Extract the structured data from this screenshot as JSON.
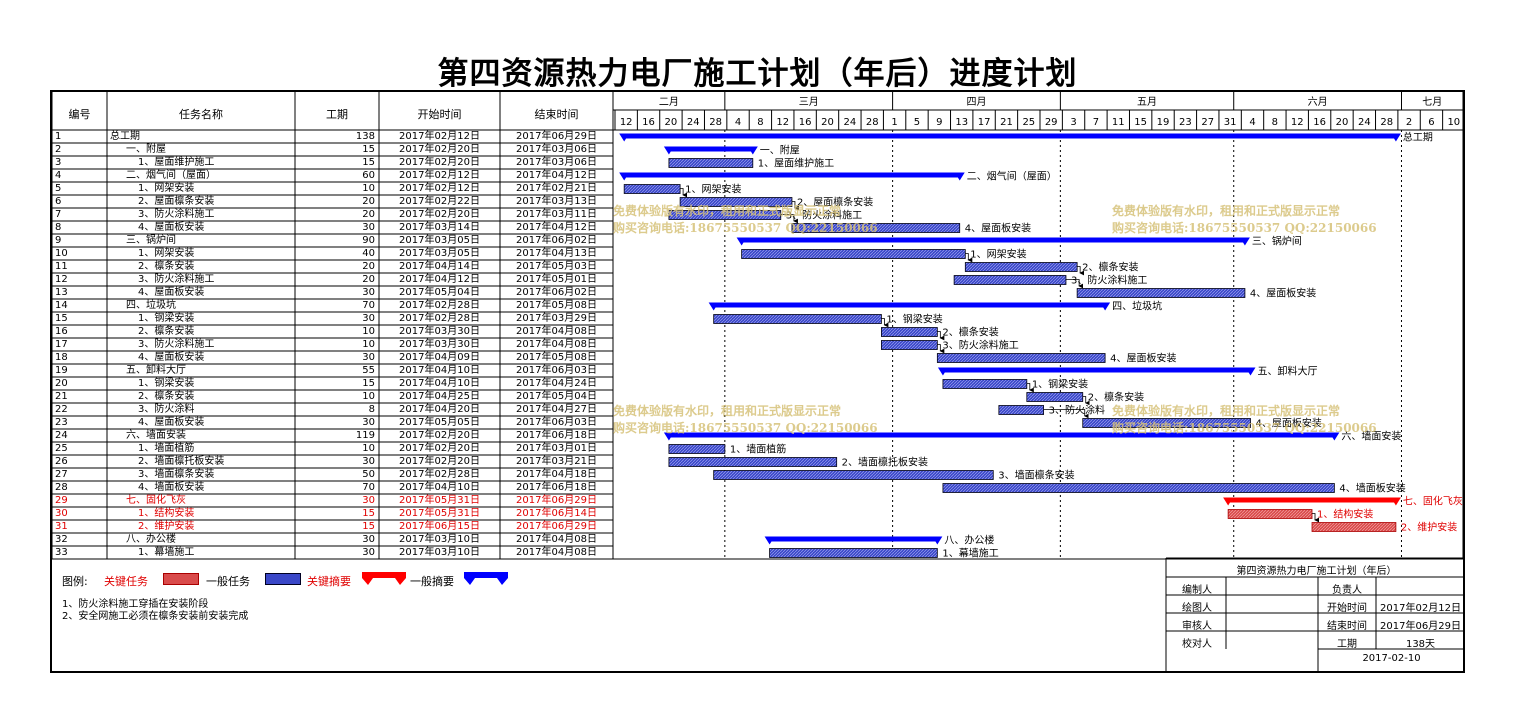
{
  "title": "第四资源热力电厂施工计划（年后）进度计划",
  "columns": {
    "id": "编号",
    "name": "任务名称",
    "duration": "工期",
    "start": "开始时间",
    "end": "结束时间"
  },
  "months": [
    "二月",
    "三月",
    "四月",
    "五月",
    "六月",
    "七月"
  ],
  "day_ticks": [
    "12",
    "16",
    "20",
    "24",
    "28",
    "4",
    "8",
    "12",
    "16",
    "20",
    "24",
    "28",
    "1",
    "5",
    "9",
    "13",
    "17",
    "21",
    "25",
    "29",
    "3",
    "7",
    "11",
    "15",
    "19",
    "23",
    "27",
    "31",
    "4",
    "8",
    "12",
    "16",
    "20",
    "24",
    "28",
    "2",
    "6",
    "10"
  ],
  "chart_data": {
    "type": "gantt",
    "title": "第四资源热力电厂施工计划（年后）进度计划",
    "x_axis_range": [
      "2017-02-10",
      "2017-07-12"
    ],
    "tasks": [
      {
        "id": "1",
        "name": "总工期",
        "duration": "138",
        "start": "2017年02月12日",
        "end": "2017年06月29日",
        "s": "2017-02-12",
        "e": "2017-06-29",
        "kind": "summary",
        "critical": false,
        "label": "总工期",
        "indent": 0
      },
      {
        "id": "2",
        "name": "一、附屋",
        "duration": "15",
        "start": "2017年02月20日",
        "end": "2017年03月06日",
        "s": "2017-02-20",
        "e": "2017-03-06",
        "kind": "summary",
        "critical": false,
        "label": "一、附屋",
        "indent": 1
      },
      {
        "id": "3",
        "name": "1、屋面维护施工",
        "duration": "15",
        "start": "2017年02月20日",
        "end": "2017年03月06日",
        "s": "2017-02-20",
        "e": "2017-03-06",
        "kind": "task",
        "critical": false,
        "label": "1、屋面维护施工",
        "indent": 2
      },
      {
        "id": "4",
        "name": "二、烟气间（屋面）",
        "duration": "60",
        "start": "2017年02月12日",
        "end": "2017年04月12日",
        "s": "2017-02-12",
        "e": "2017-04-12",
        "kind": "summary",
        "critical": false,
        "label": "二、烟气间（屋面）",
        "indent": 1
      },
      {
        "id": "5",
        "name": "1、网架安装",
        "duration": "10",
        "start": "2017年02月12日",
        "end": "2017年02月21日",
        "s": "2017-02-12",
        "e": "2017-02-21",
        "kind": "task",
        "critical": false,
        "label": "1、网架安装",
        "indent": 2
      },
      {
        "id": "6",
        "name": "2、屋面檩条安装",
        "duration": "20",
        "start": "2017年02月22日",
        "end": "2017年03月13日",
        "s": "2017-02-22",
        "e": "2017-03-13",
        "kind": "task",
        "critical": false,
        "label": "2、屋面檩条安装",
        "indent": 2
      },
      {
        "id": "7",
        "name": "3、防火涂料施工",
        "duration": "20",
        "start": "2017年02月20日",
        "end": "2017年03月11日",
        "s": "2017-02-20",
        "e": "2017-03-11",
        "kind": "task",
        "critical": false,
        "label": "3、防火涂料施工",
        "indent": 2
      },
      {
        "id": "8",
        "name": "4、屋面板安装",
        "duration": "30",
        "start": "2017年03月14日",
        "end": "2017年04月12日",
        "s": "2017-03-14",
        "e": "2017-04-12",
        "kind": "task",
        "critical": false,
        "label": "4、屋面板安装",
        "indent": 2
      },
      {
        "id": "9",
        "name": "三、锅炉间",
        "duration": "90",
        "start": "2017年03月05日",
        "end": "2017年06月02日",
        "s": "2017-03-05",
        "e": "2017-06-02",
        "kind": "summary",
        "critical": false,
        "label": "三、锅炉间",
        "indent": 1
      },
      {
        "id": "10",
        "name": "1、网架安装",
        "duration": "40",
        "start": "2017年03月05日",
        "end": "2017年04月13日",
        "s": "2017-03-05",
        "e": "2017-04-13",
        "kind": "task",
        "critical": false,
        "label": "1、网架安装",
        "indent": 2
      },
      {
        "id": "11",
        "name": "2、檩条安装",
        "duration": "20",
        "start": "2017年04月14日",
        "end": "2017年05月03日",
        "s": "2017-04-14",
        "e": "2017-05-03",
        "kind": "task",
        "critical": false,
        "label": "2、檩条安装",
        "indent": 2
      },
      {
        "id": "12",
        "name": "3、防火涂料施工",
        "duration": "20",
        "start": "2017年04月12日",
        "end": "2017年05月01日",
        "s": "2017-04-12",
        "e": "2017-05-01",
        "kind": "task",
        "critical": false,
        "label": "3、防火涂料施工",
        "indent": 2
      },
      {
        "id": "13",
        "name": "4、屋面板安装",
        "duration": "30",
        "start": "2017年05月04日",
        "end": "2017年06月02日",
        "s": "2017-05-04",
        "e": "2017-06-02",
        "kind": "task",
        "critical": false,
        "label": "4、屋面板安装",
        "indent": 2
      },
      {
        "id": "14",
        "name": "四、垃圾坑",
        "duration": "70",
        "start": "2017年02月28日",
        "end": "2017年05月08日",
        "s": "2017-02-28",
        "e": "2017-05-08",
        "kind": "summary",
        "critical": false,
        "label": "四、垃圾坑",
        "indent": 1
      },
      {
        "id": "15",
        "name": "1、钢梁安装",
        "duration": "30",
        "start": "2017年02月28日",
        "end": "2017年03月29日",
        "s": "2017-02-28",
        "e": "2017-03-29",
        "kind": "task",
        "critical": false,
        "label": "1、钢梁安装",
        "indent": 2
      },
      {
        "id": "16",
        "name": "2、檩条安装",
        "duration": "10",
        "start": "2017年03月30日",
        "end": "2017年04月08日",
        "s": "2017-03-30",
        "e": "2017-04-08",
        "kind": "task",
        "critical": false,
        "label": "2、檩条安装",
        "indent": 2
      },
      {
        "id": "17",
        "name": "3、防火涂料施工",
        "duration": "10",
        "start": "2017年03月30日",
        "end": "2017年04月08日",
        "s": "2017-03-30",
        "e": "2017-04-08",
        "kind": "task",
        "critical": false,
        "label": "3、防火涂料施工",
        "indent": 2
      },
      {
        "id": "18",
        "name": "4、屋面板安装",
        "duration": "30",
        "start": "2017年04月09日",
        "end": "2017年05月08日",
        "s": "2017-04-09",
        "e": "2017-05-08",
        "kind": "task",
        "critical": false,
        "label": "4、屋面板安装",
        "indent": 2
      },
      {
        "id": "19",
        "name": "五、卸料大厅",
        "duration": "55",
        "start": "2017年04月10日",
        "end": "2017年06月03日",
        "s": "2017-04-10",
        "e": "2017-06-03",
        "kind": "summary",
        "critical": false,
        "label": "五、卸料大厅",
        "indent": 1
      },
      {
        "id": "20",
        "name": "1、钢梁安装",
        "duration": "15",
        "start": "2017年04月10日",
        "end": "2017年04月24日",
        "s": "2017-04-10",
        "e": "2017-04-24",
        "kind": "task",
        "critical": false,
        "label": "1、钢梁安装",
        "indent": 2
      },
      {
        "id": "21",
        "name": "2、檩条安装",
        "duration": "10",
        "start": "2017年04月25日",
        "end": "2017年05月04日",
        "s": "2017-04-25",
        "e": "2017-05-04",
        "kind": "task",
        "critical": false,
        "label": "2、檩条安装",
        "indent": 2
      },
      {
        "id": "22",
        "name": "3、防火涂料",
        "duration": "8",
        "start": "2017年04月20日",
        "end": "2017年04月27日",
        "s": "2017-04-20",
        "e": "2017-04-27",
        "kind": "task",
        "critical": false,
        "label": "3、防火涂料",
        "indent": 2
      },
      {
        "id": "23",
        "name": "4、屋面板安装",
        "duration": "30",
        "start": "2017年05月05日",
        "end": "2017年06月03日",
        "s": "2017-05-05",
        "e": "2017-06-03",
        "kind": "task",
        "critical": false,
        "label": "4、屋面板安装",
        "indent": 2
      },
      {
        "id": "24",
        "name": "六、墙面安装",
        "duration": "119",
        "start": "2017年02月20日",
        "end": "2017年06月18日",
        "s": "2017-02-20",
        "e": "2017-06-18",
        "kind": "summary",
        "critical": false,
        "label": "六、墙面安装",
        "indent": 1
      },
      {
        "id": "25",
        "name": "1、墙面植筋",
        "duration": "10",
        "start": "2017年02月20日",
        "end": "2017年03月01日",
        "s": "2017-02-20",
        "e": "2017-03-01",
        "kind": "task",
        "critical": false,
        "label": "1、墙面植筋",
        "indent": 2
      },
      {
        "id": "26",
        "name": "2、墙面檩托板安装",
        "duration": "30",
        "start": "2017年02月20日",
        "end": "2017年03月21日",
        "s": "2017-02-20",
        "e": "2017-03-21",
        "kind": "task",
        "critical": false,
        "label": "2、墙面檩托板安装",
        "indent": 2
      },
      {
        "id": "27",
        "name": "3、墙面檩条安装",
        "duration": "50",
        "start": "2017年02月28日",
        "end": "2017年04月18日",
        "s": "2017-02-28",
        "e": "2017-04-18",
        "kind": "task",
        "critical": false,
        "label": "3、墙面檩条安装",
        "indent": 2
      },
      {
        "id": "28",
        "name": "4、墙面板安装",
        "duration": "70",
        "start": "2017年04月10日",
        "end": "2017年06月18日",
        "s": "2017-04-10",
        "e": "2017-06-18",
        "kind": "task",
        "critical": false,
        "label": "4、墙面板安装",
        "indent": 2
      },
      {
        "id": "29",
        "name": "七、固化飞灰",
        "duration": "30",
        "start": "2017年05月31日",
        "end": "2017年06月29日",
        "s": "2017-05-31",
        "e": "2017-06-29",
        "kind": "summary",
        "critical": true,
        "label": "七、固化飞灰",
        "indent": 1
      },
      {
        "id": "30",
        "name": "1、结构安装",
        "duration": "15",
        "start": "2017年05月31日",
        "end": "2017年06月14日",
        "s": "2017-05-31",
        "e": "2017-06-14",
        "kind": "task",
        "critical": true,
        "label": "1、结构安装",
        "indent": 2
      },
      {
        "id": "31",
        "name": "2、维护安装",
        "duration": "15",
        "start": "2017年06月15日",
        "end": "2017年06月29日",
        "s": "2017-06-15",
        "e": "2017-06-29",
        "kind": "task",
        "critical": true,
        "label": "2、维护安装",
        "indent": 2
      },
      {
        "id": "32",
        "name": "八、办公楼",
        "duration": "30",
        "start": "2017年03月10日",
        "end": "2017年04月08日",
        "s": "2017-03-10",
        "e": "2017-04-08",
        "kind": "summary",
        "critical": false,
        "label": "八、办公楼",
        "indent": 1
      },
      {
        "id": "33",
        "name": "1、幕墙施工",
        "duration": "30",
        "start": "2017年03月10日",
        "end": "2017年04月08日",
        "s": "2017-03-10",
        "e": "2017-04-08",
        "kind": "task",
        "critical": false,
        "label": "1、幕墙施工",
        "indent": 2
      }
    ],
    "links": [
      [
        "5",
        "6"
      ],
      [
        "6",
        "7"
      ],
      [
        "7",
        "8"
      ],
      [
        "10",
        "11"
      ],
      [
        "11",
        "12"
      ],
      [
        "12",
        "13"
      ],
      [
        "15",
        "16"
      ],
      [
        "16",
        "17"
      ],
      [
        "17",
        "18"
      ],
      [
        "20",
        "21"
      ],
      [
        "21",
        "22"
      ],
      [
        "22",
        "23"
      ],
      [
        "30",
        "31"
      ]
    ]
  },
  "legend": {
    "prefix": "图例:",
    "critical_task": "关键任务",
    "normal_task": "一般任务",
    "critical_summary": "关键摘要",
    "normal_summary": "一般摘要"
  },
  "notes": [
    "1、防火涂料施工穿插在安装阶段",
    "2、安全网施工必须在檩条安装前安装完成"
  ],
  "title_block": {
    "title": "第四资源热力电厂施工计划（年后）",
    "compiler": "编制人",
    "drawer": "绘图人",
    "reviewer": "审核人",
    "checker": "校对人",
    "owner": "负责人",
    "start_label": "开始时间",
    "start_value": "2017年02月12日",
    "end_label": "结束时间",
    "end_value": "2017年06月29日",
    "duration_label": "工期",
    "duration_value": "138天",
    "date": "2017-02-10"
  },
  "watermark": {
    "line1": "免费体验版有水印，租用和正式版显示正常",
    "line2": "购买咨询电话:18675550537 QQ:22150066"
  },
  "colors": {
    "task_fill": "#3a47c8",
    "summary": "#0000ff",
    "critical": "#ff0000"
  }
}
